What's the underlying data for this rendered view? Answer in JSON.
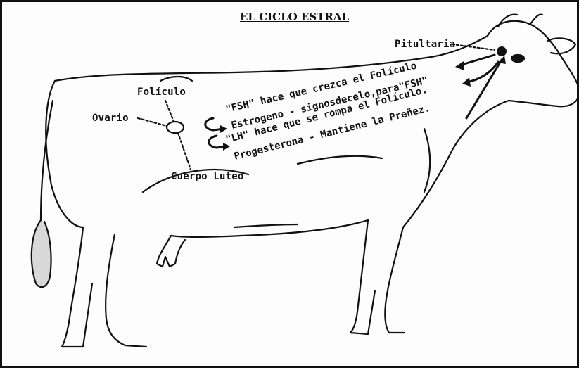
{
  "title": "EL CICLO ESTRAL",
  "labels": {
    "pituitaria": "Pitultaria",
    "foliculo": "Folículo",
    "ovario": "Ovario",
    "cuerpo_luteo": "Cuerpo Luteo"
  },
  "hormones": [
    "\"FSH\" hace que crezca el Folículo",
    "Estrogeno - signosdecelo,para\"FSH\"",
    "\"LH\" hace que se rompa el Folículo.",
    "Progesterona - Mantiene la Preñez."
  ],
  "colors": {
    "ink": "#111111",
    "paper": "#fdfdfd"
  }
}
